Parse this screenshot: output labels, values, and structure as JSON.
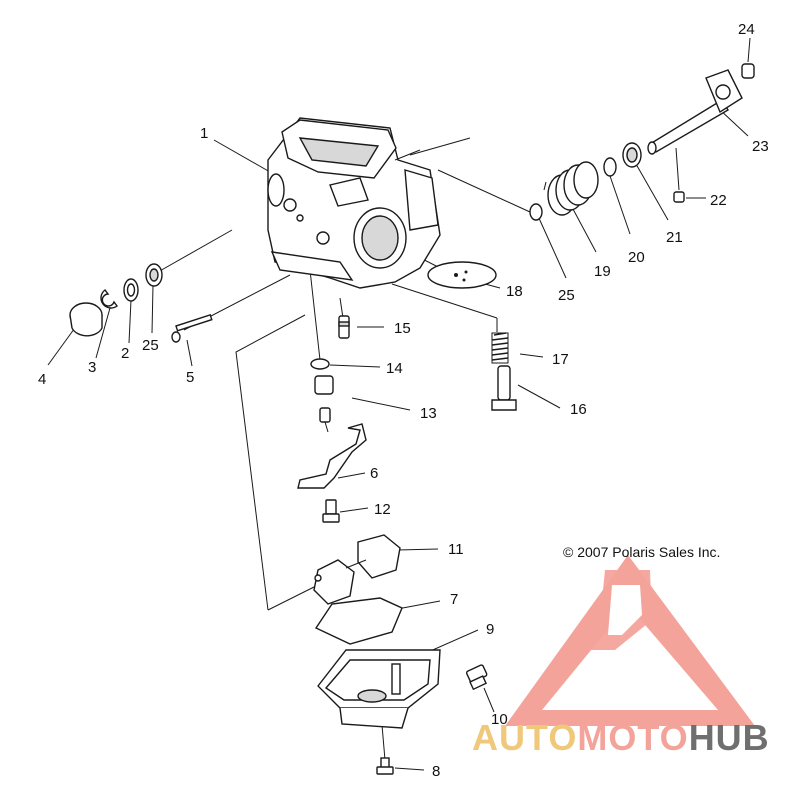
{
  "copyright": "© 2007 Polaris Sales Inc.",
  "watermark": {
    "auto": "AUTO",
    "moto": "MOTO",
    "hub": "HUB",
    "colors": {
      "auto": "#f0c87a",
      "moto": "#f3a39a",
      "hub": "#6f6f6f",
      "logo": "#f3a39a"
    }
  },
  "callouts": {
    "c1": "1",
    "c2": "2",
    "c3": "3",
    "c4": "4",
    "c5": "5",
    "c6": "6",
    "c7": "7",
    "c8": "8",
    "c9": "9",
    "c10": "10",
    "c11": "11",
    "c12": "12",
    "c13": "13",
    "c14": "14",
    "c15": "15",
    "c16": "16",
    "c17": "17",
    "c18": "18",
    "c19": "19",
    "c20": "20",
    "c21": "21",
    "c22": "22",
    "c23": "23",
    "c24": "24",
    "c25a": "25",
    "c25b": "25"
  }
}
